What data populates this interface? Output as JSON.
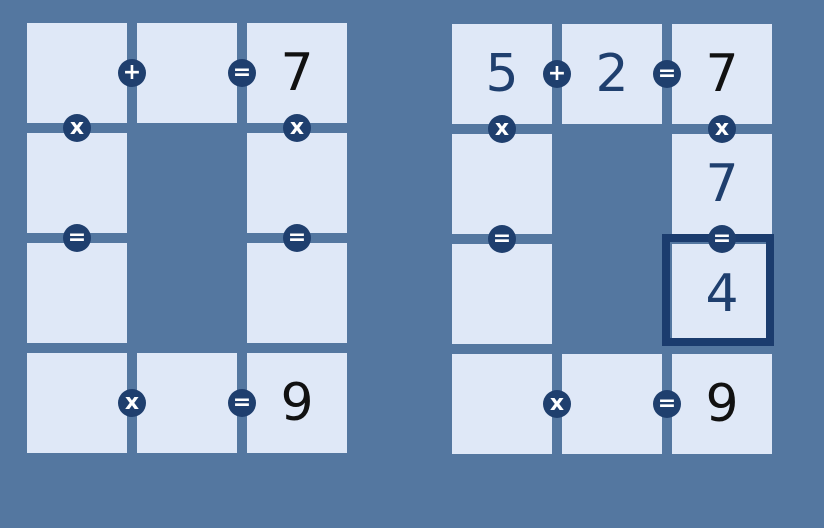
{
  "puzzle_left": {
    "r1c1": "",
    "r1c2": "",
    "r1c3": "7",
    "r2c1": "",
    "r2c3": "",
    "r3c1": "",
    "r3c3": "",
    "r4c1": "",
    "r4c2": "",
    "r4c3": "9",
    "ops": {
      "top_a": "+",
      "top_b": "=",
      "left_a": "x",
      "left_b": "=",
      "right_a": "x",
      "right_b": "=",
      "bottom_a": "x",
      "bottom_b": "="
    }
  },
  "puzzle_right": {
    "r1c1": "5",
    "r1c2": "2",
    "r1c3": "7",
    "r2c1": "",
    "r2c3": "7",
    "r3c1": "",
    "r3c3": "4",
    "r4c1": "",
    "r4c2": "",
    "r4c3": "9",
    "ops": {
      "top_a": "+",
      "top_b": "=",
      "left_a": "x",
      "left_b": "=",
      "right_a": "x",
      "right_b": "=",
      "bottom_a": "x",
      "bottom_b": "="
    }
  },
  "colors": {
    "background": "#5477a0",
    "cell": "#dfe8f7",
    "operator": "#1f3f6e",
    "selection": "#1b3c6e"
  }
}
